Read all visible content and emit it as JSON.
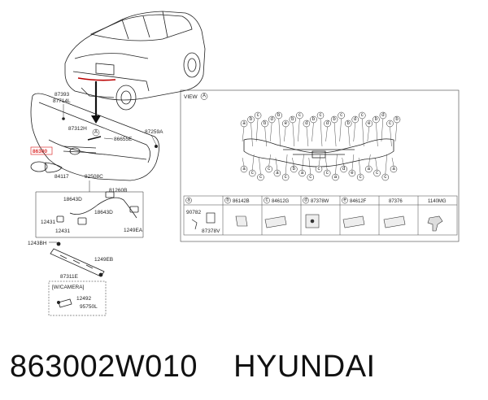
{
  "labels": {
    "p87393": "87393",
    "p87714L": "87714L",
    "p87312H": "87312H",
    "p86655E": "86655E",
    "p87259A": "87259A",
    "p86300": "86300",
    "p84117": "84117",
    "p82508C": "82508C",
    "p18643D_a": "18643D",
    "p18643D_b": "18643D",
    "p81260B": "81260B",
    "p12431_a": "12431",
    "p12431_b": "12431",
    "p1249EA": "1249EA",
    "p1243BH": "1243BH",
    "p1249EB": "1249EB",
    "p87311E": "87311E",
    "camera_title": "[W/CAMERA]",
    "p12492": "12492",
    "p95750L": "95750L",
    "view": "VIEW",
    "view_letter": "A"
  },
  "table": {
    "headers": [
      {
        "letter": "a",
        "code": ""
      },
      {
        "letter": "b",
        "code": "86142B"
      },
      {
        "letter": "c",
        "code": "84612G"
      },
      {
        "letter": "d",
        "code": "87378W"
      },
      {
        "letter": "e",
        "code": "84612F"
      },
      {
        "letter": "",
        "code": "87376"
      },
      {
        "letter": "",
        "code": "1140MG"
      }
    ],
    "cell_a_top": "90782",
    "cell_a_bottom": "87378V"
  },
  "view_callouts_top": [
    "a",
    "b",
    "c",
    "b",
    "d",
    "b",
    "e",
    "b",
    "c",
    "d",
    "b",
    "c",
    "d",
    "b",
    "c",
    "b",
    "d",
    "c",
    "e",
    "b",
    "d",
    "c",
    "b"
  ],
  "view_callouts_bottom": [
    "a",
    "c",
    "c",
    "c",
    "a",
    "c",
    "b",
    "a",
    "c",
    "c",
    "c",
    "a",
    "d",
    "e",
    "c",
    "a",
    "c",
    "c",
    "a"
  ],
  "caption": {
    "part_number": "863002W010",
    "brand": "HYUNDAI"
  }
}
